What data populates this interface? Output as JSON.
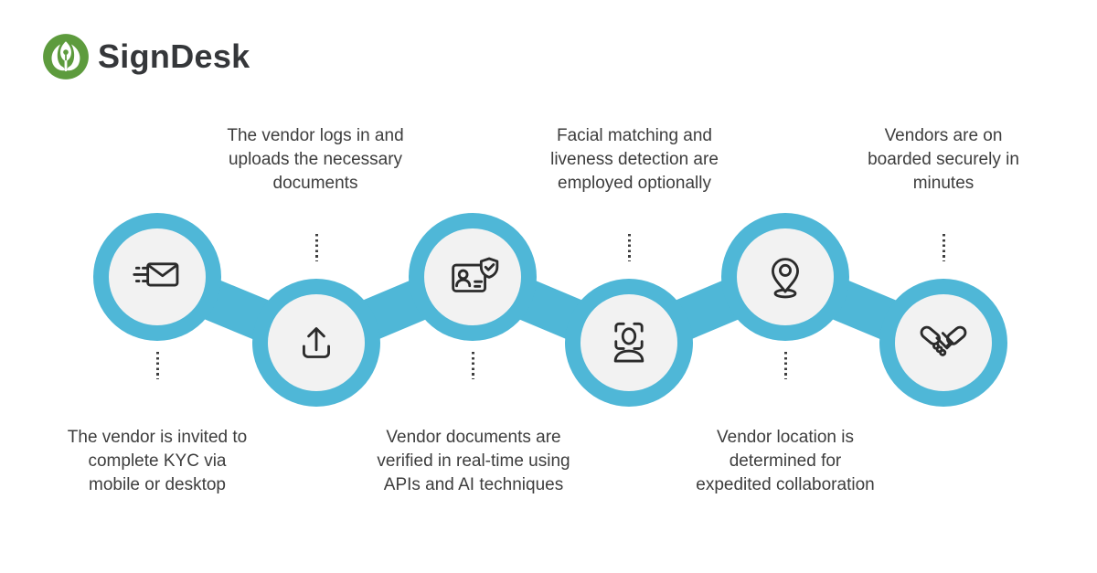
{
  "brand": {
    "name": "SignDesk"
  },
  "colors": {
    "chain_blue": "#4fb7d7",
    "circle_inner": "#f2f2f2",
    "icon_stroke": "#2b2b2b",
    "text": "#3d3d3d",
    "logo_green": "#5d9b3d"
  },
  "steps": [
    {
      "order": 1,
      "icon": "send-mail-icon",
      "circle_position": "upper",
      "caption_position": "below",
      "label": "The vendor is invited to\ncomplete KYC via\nmobile or desktop"
    },
    {
      "order": 2,
      "icon": "upload-icon",
      "circle_position": "lower",
      "caption_position": "above",
      "label": "The vendor logs in and\nuploads the necessary\ndocuments"
    },
    {
      "order": 3,
      "icon": "id-verification-icon",
      "circle_position": "upper",
      "caption_position": "below",
      "label": "Vendor documents are\nverified in real-time using\nAPIs and AI techniques"
    },
    {
      "order": 4,
      "icon": "face-scan-icon",
      "circle_position": "lower",
      "caption_position": "above",
      "label": "Facial matching and\nliveness detection are\nemployed optionally"
    },
    {
      "order": 5,
      "icon": "location-pin-icon",
      "circle_position": "upper",
      "caption_position": "below",
      "label": "Vendor location is\ndetermined for\nexpedited collaboration"
    },
    {
      "order": 6,
      "icon": "handshake-icon",
      "circle_position": "lower",
      "caption_position": "above",
      "label": "Vendors are on\nboarded securely in\nminutes"
    }
  ]
}
